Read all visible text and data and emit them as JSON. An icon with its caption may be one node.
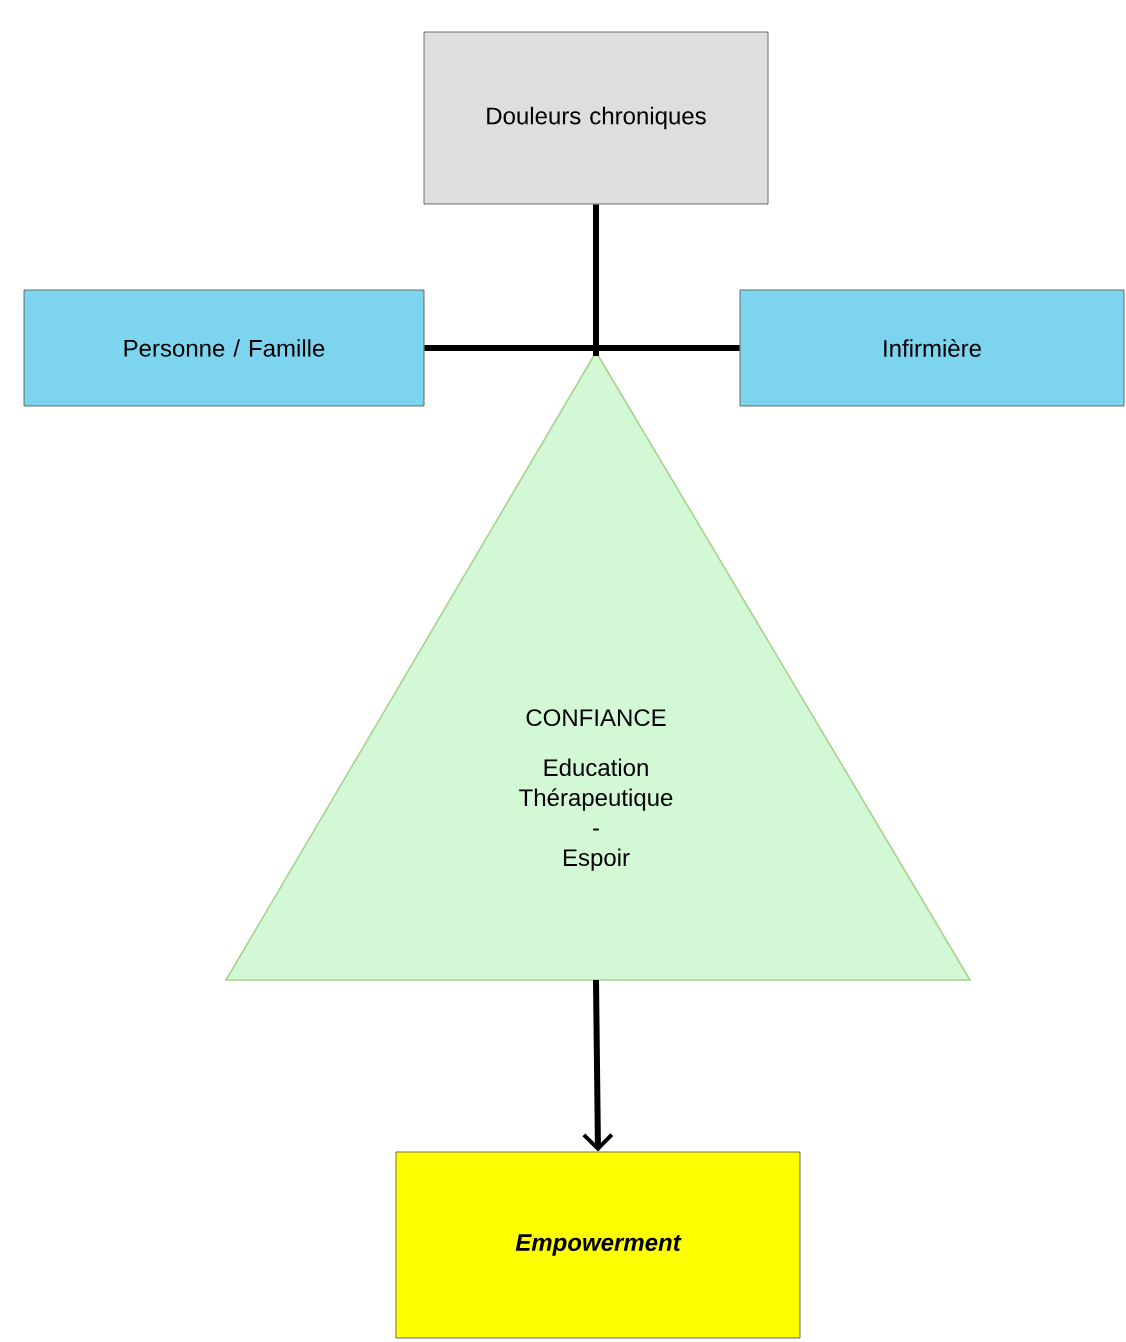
{
  "diagram": {
    "nodes": [
      {
        "text": [
          "Douleurs chroniques"
        ]
      },
      {
        "text": [
          "Personne / Famille"
        ]
      },
      {
        "text": [
          "Infirmière"
        ]
      },
      {
        "text": [
          "CONFIANCE",
          "Education Thérapeutique",
          "-",
          "Espoir"
        ]
      },
      {
        "text": [
          "Empowerment"
        ]
      }
    ],
    "edges": [
      {
        "from": 0,
        "to": 3,
        "arrow": "none"
      },
      {
        "from": 1,
        "to": 3,
        "arrow": "none"
      },
      {
        "from": 2,
        "to": 3,
        "arrow": "none"
      },
      {
        "from": 3,
        "to": 4,
        "arrow": "to"
      }
    ]
  }
}
